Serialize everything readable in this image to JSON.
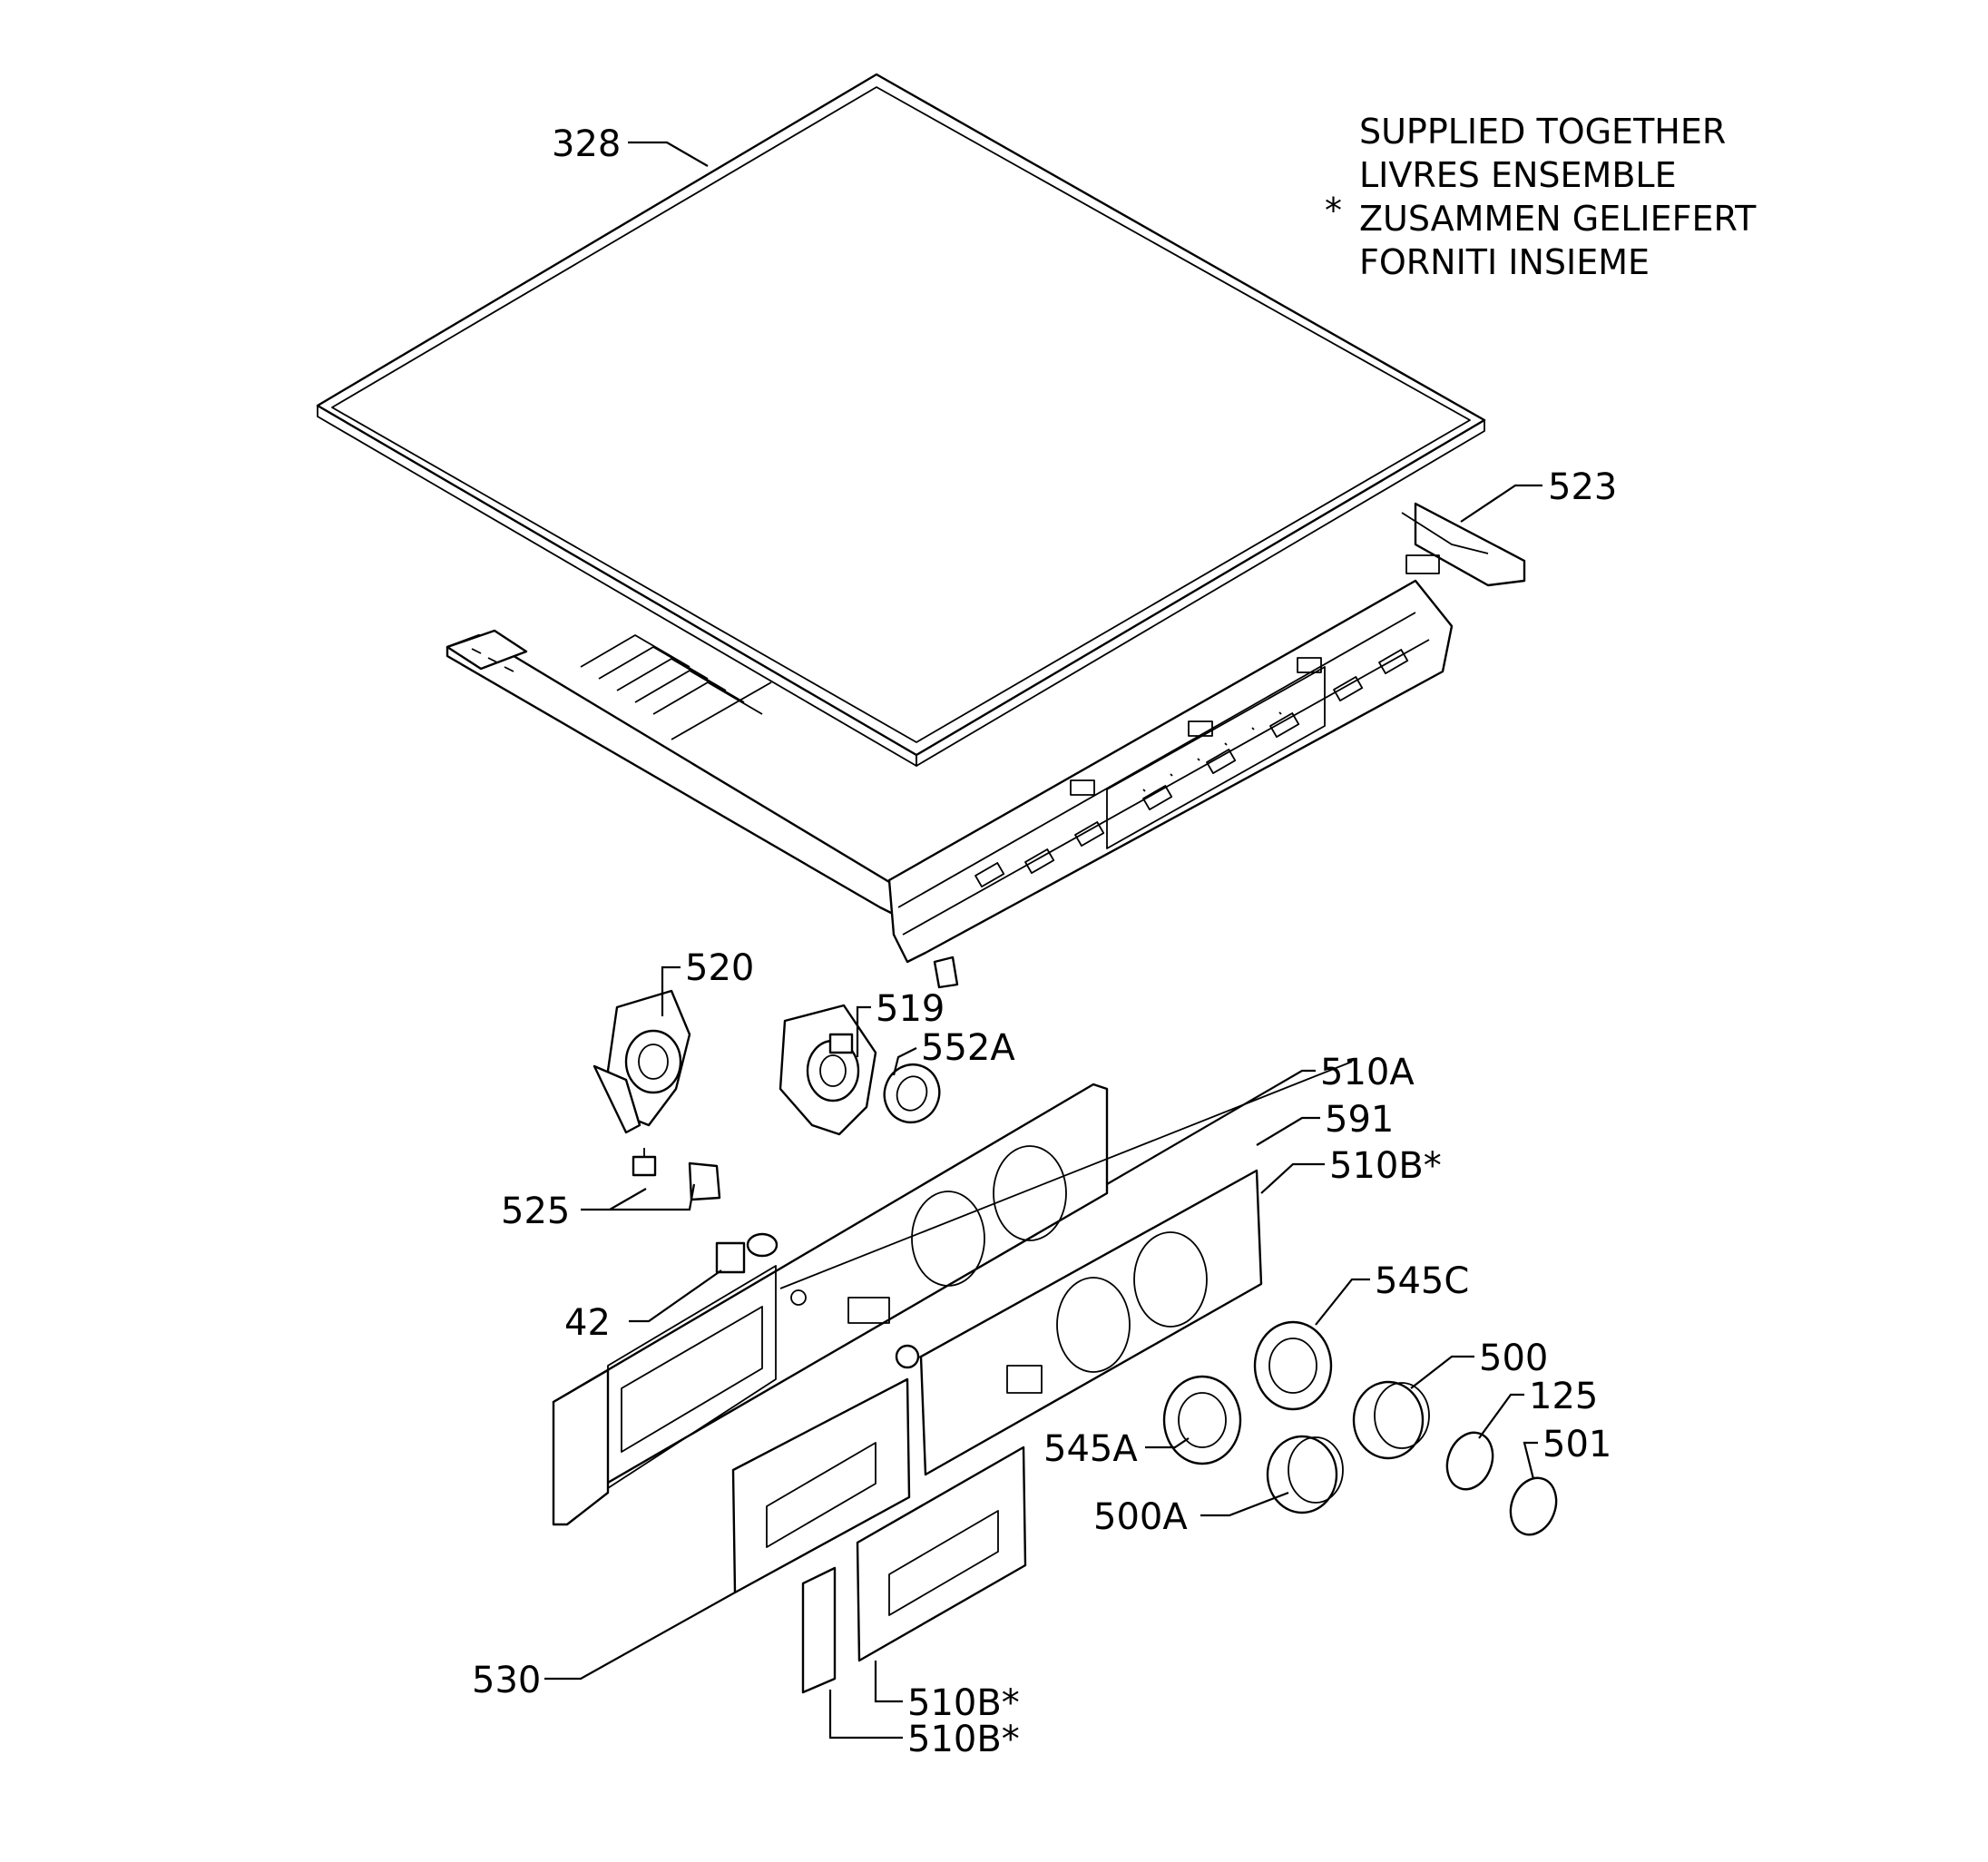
{
  "note": {
    "marker": "*",
    "lines": [
      "SUPPLIED TOGETHER",
      "LIVRES ENSEMBLE",
      "ZUSAMMEN GELIEFERT",
      "FORNITI INSIEME"
    ]
  },
  "parts": {
    "p328": "328",
    "p523": "523",
    "p520": "520",
    "p519": "519",
    "p552a": "552A",
    "p510a": "510A",
    "p591": "591",
    "p510b_top": "510B*",
    "p525": "525",
    "p42": "42",
    "p545c": "545C",
    "p500": "500",
    "p125": "125",
    "p501": "501",
    "p545a": "545A",
    "p500a": "500A",
    "p530": "530",
    "p510b_mid": "510B*",
    "p510b_bot": "510B*"
  }
}
